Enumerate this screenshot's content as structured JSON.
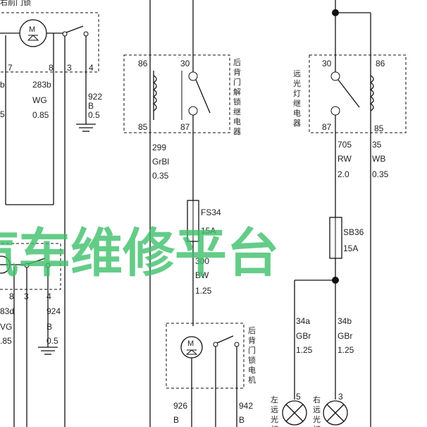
{
  "top_left_component": "右前门锁",
  "left_upper": {
    "pin_7": "7",
    "pin_8": "8",
    "pin_3": "3",
    "pin_4": "4",
    "w_left_color": "b",
    "w_left_gauge": "5",
    "w_283b_id": "283b",
    "w_283b_color": "WG",
    "w_283b_gauge": "0.85",
    "w_922_id": "922",
    "w_922_color": "B",
    "w_922_gauge": "0.5",
    "motor_letter": "M"
  },
  "left_lower": {
    "pin_8": "8",
    "pin_3": "3",
    "pin_4": "4",
    "w_283d_id": "83d",
    "w_283d_color": "VG",
    "w_283d_gauge": ".85",
    "w_924_id": "924",
    "w_924_color": "B",
    "w_924_gauge": "0.5"
  },
  "tailgate_relay": {
    "name": "后背门解锁继电器",
    "pin_86": "86",
    "pin_30": "30",
    "pin_85": "85",
    "pin_87": "87",
    "wire_id": "299",
    "wire_color": "GrBl",
    "wire_gauge": "0.35"
  },
  "fuse_fs34": {
    "name": "FS34",
    "rating": "15A"
  },
  "wire_300": {
    "id": "300",
    "color": "BW",
    "gauge": "1.25"
  },
  "tailgate_motor": {
    "name": "后背门锁电机",
    "motor_letter": "M",
    "w_926_id": "926",
    "w_926_color": "B",
    "w_942_id": "942",
    "w_942_color": "B"
  },
  "highbeam_relay": {
    "name": "远光灯继电器",
    "pin_30": "30",
    "pin_86": "86",
    "pin_87": "87",
    "pin_85": "85",
    "w_705_id": "705",
    "w_705_color": "RW",
    "w_705_gauge": "2.0",
    "w_35_id": "35",
    "w_35_color": "WB",
    "w_35_gauge": "0.35"
  },
  "fuse_sb36": {
    "name": "SB36",
    "rating": "15A"
  },
  "wire_34a": {
    "id": "34a",
    "color": "GBr",
    "gauge": "1.25"
  },
  "wire_34b": {
    "id": "34b",
    "color": "GBr",
    "gauge": "1.25"
  },
  "left_highbeam": {
    "name": "左远光灯",
    "pin": "5"
  },
  "right_highbeam": {
    "name": "右远光灯",
    "pin": "3"
  },
  "watermark": "汽车维修平台"
}
